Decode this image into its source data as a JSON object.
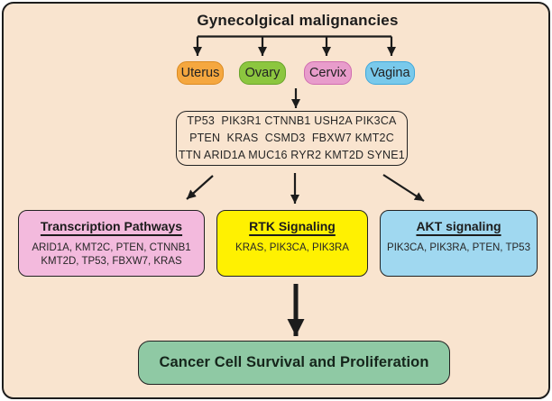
{
  "figure": {
    "title": "Gynecolgical malignancies",
    "background": "#F9E4CF",
    "border_color": "#1d1d1d"
  },
  "colors": {
    "arrow": "#1c1c1c"
  },
  "organs": [
    {
      "label": "Uterus",
      "fill": "#F5A73F",
      "border": "#DB8B22"
    },
    {
      "label": "Ovary",
      "fill": "#8CC63F",
      "border": "#68A42B"
    },
    {
      "label": "Cervix",
      "fill": "#E89CCB",
      "border": "#D06CB0"
    },
    {
      "label": "Vagina",
      "fill": "#79C9EB",
      "border": "#3FA8DC"
    }
  ],
  "gene_box": {
    "lines": [
      "TP53  PIK3R1 CTNNB1 USH2A PIK3CA",
      "PTEN  KRAS  CSMD3  FBXW7 KMT2C",
      "TTN ARID1A MUC16 RYR2 KMT2D SYNE1"
    ]
  },
  "pathways": [
    {
      "title": "Transcription Pathways",
      "lines": [
        "ARID1A, KMT2C, PTEN, CTNNB1",
        "KMT2D, TP53, FBXW7, KRAS"
      ],
      "fill": "#F3BADD"
    },
    {
      "title": "RTK Signaling",
      "lines": [
        "KRAS, PIK3CA, PIK3RA"
      ],
      "fill": "#FFF101"
    },
    {
      "title": "AKT signaling",
      "lines": [
        "PIK3CA, PIK3RA, PTEN, TP53"
      ],
      "fill": "#A0D8F0"
    }
  ],
  "outcome": {
    "label": "Cancer Cell Survival and Proliferation",
    "fill": "#8FC9A4"
  }
}
